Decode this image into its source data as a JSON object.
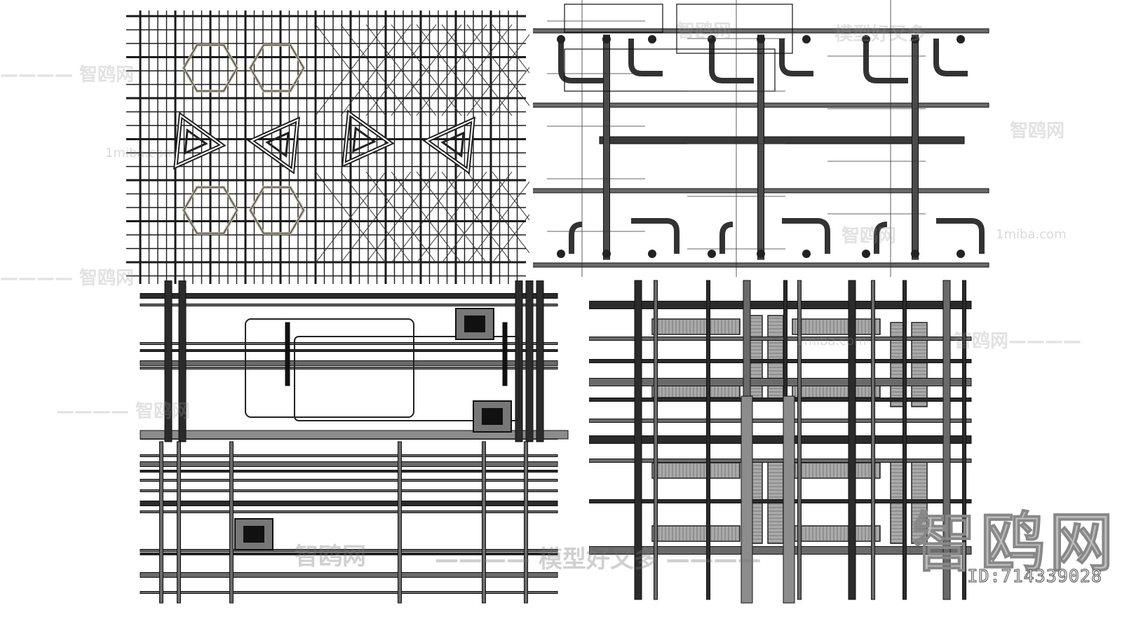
{
  "watermarks": {
    "brand_cn": "智鸥网",
    "slogan_cn": "模型好又多",
    "dash_brand": "———— 智鸥网",
    "brand_dash": "智鸥网————",
    "site": "1miba.com",
    "dash_slogan": "———— 模型好又多 ————",
    "dash_site": "————1miba.com"
  },
  "image_id": "ID:714339028",
  "colors": {
    "pipe_dark": "#2b2b2b",
    "pipe_mid": "#6a6a6a",
    "pipe_light": "#8c8c8c",
    "line": "#1a1a1a",
    "hexring": "#b9b49c",
    "grid": "#555555"
  },
  "panels": [
    {
      "name": "top-left-ceiling-frame"
    },
    {
      "name": "top-right-pipe-layout"
    },
    {
      "name": "bottom-left-duct-layout"
    },
    {
      "name": "bottom-right-cable-tray-layout"
    }
  ]
}
